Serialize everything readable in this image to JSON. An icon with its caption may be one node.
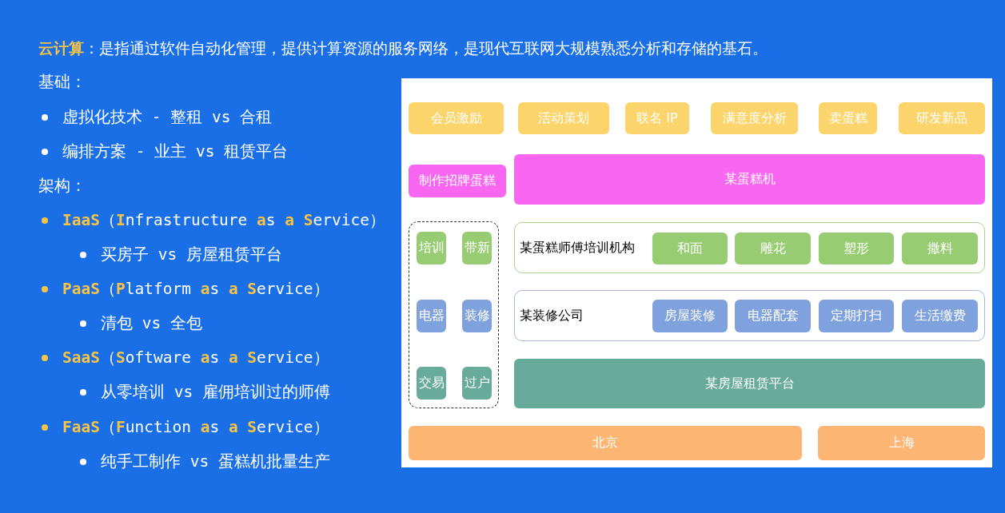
{
  "diagram": {
    "title": "**云计算**：是指通过软件自动化管理，提供计算资源的服务网络，是现代互联网大规模熟悉分析和存储的基石。",
    "nodes": [
      {
        "text": [
          "会员激励"
        ]
      },
      {
        "text": [
          "活动策划"
        ]
      },
      {
        "text": [
          "联名 IP"
        ]
      },
      {
        "text": [
          "满意度分析"
        ]
      },
      {
        "text": [
          "卖蛋糕"
        ]
      },
      {
        "text": [
          "研发新品"
        ]
      },
      {
        "text": [
          "制作招牌蛋糕"
        ]
      },
      {
        "text": [
          "某蛋糕机"
        ]
      },
      {
        "text": [],
        "shape": "box"
      },
      {
        "text": [
          "培训"
        ],
        "in": 8
      },
      {
        "text": [
          "带新"
        ],
        "in": 8
      },
      {
        "text": [
          "某蛋糕师傅培训机构"
        ]
      },
      {
        "text": [
          "和面"
        ],
        "in": 11
      },
      {
        "text": [
          "雕花"
        ],
        "in": 11
      },
      {
        "text": [
          "塑形"
        ],
        "in": 11
      },
      {
        "text": [
          "撒料"
        ],
        "in": 11
      },
      {
        "text": [
          "电器"
        ],
        "in": 8
      },
      {
        "text": [
          "装修"
        ],
        "in": 8
      },
      {
        "text": [
          "某装修公司"
        ]
      },
      {
        "text": [
          "房屋装修"
        ],
        "in": 18
      },
      {
        "text": [
          "电器配套"
        ],
        "in": 18
      },
      {
        "text": [
          "定期打扫"
        ],
        "in": 18
      },
      {
        "text": [
          "生活缴费"
        ],
        "in": 18
      },
      {
        "text": [
          "交易"
        ],
        "in": 8
      },
      {
        "text": [
          "过户"
        ],
        "in": 8
      },
      {
        "text": [
          "某房屋租赁平台"
        ]
      },
      {
        "text": [
          "北京"
        ]
      },
      {
        "text": [
          "上海"
        ]
      }
    ],
    "labels": [
      "基础：",
      "虚拟化技术 - 整租 vs 合租",
      "编排方案 - 业主 vs 租赁平台",
      "架构：",
      "**IaaS**（**I**nfrastructure **a**s **a S**ervice）",
      "买房子 vs 房屋租赁平台",
      "**PaaS**（**P**latform **a**s **a S**ervice）",
      "清包 vs 全包",
      "**SaaS**（**S**oftware **a**s **a S**ervice）",
      "从零培训 vs 雇佣培训过的师傅",
      "**FaaS**（**F**unction **a**s **a S**ervice）",
      "纯手工制作 vs 蛋糕机批量生产"
    ]
  }
}
